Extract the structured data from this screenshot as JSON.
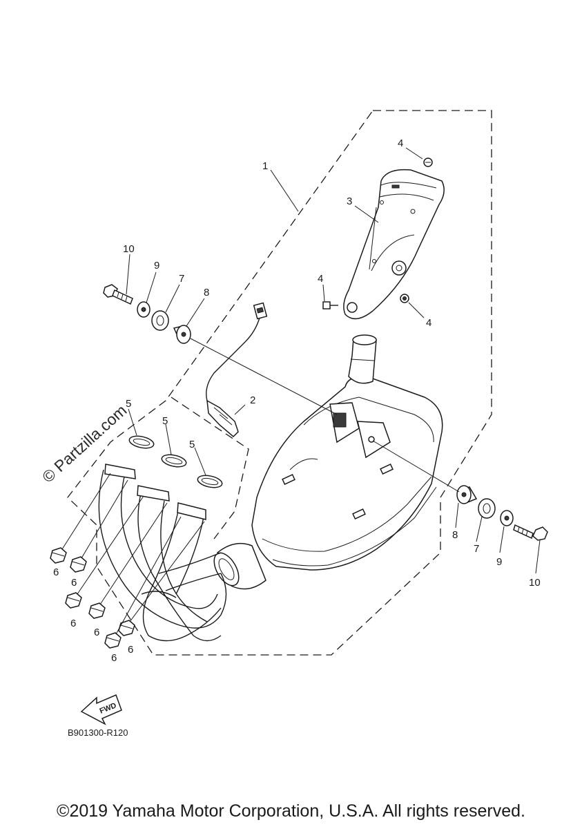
{
  "watermark": "© Partzilla.com",
  "diagram_code": "B901300-R120",
  "fwd_label": "FWD",
  "copyright": "©2019 Yamaha Motor Corporation, U.S.A. All rights reserved.",
  "callouts": {
    "c1": "1",
    "c2": "2",
    "c3": "3",
    "c4a": "4",
    "c4b": "4",
    "c4c": "4",
    "c5a": "5",
    "c5b": "5",
    "c5c": "5",
    "c6a": "6",
    "c6b": "6",
    "c6c": "6",
    "c6d": "6",
    "c6e": "6",
    "c6f": "6",
    "c7a": "7",
    "c7b": "7",
    "c8a": "8",
    "c8b": "8",
    "c9a": "9",
    "c9b": "9",
    "c10a": "10",
    "c10b": "10"
  }
}
